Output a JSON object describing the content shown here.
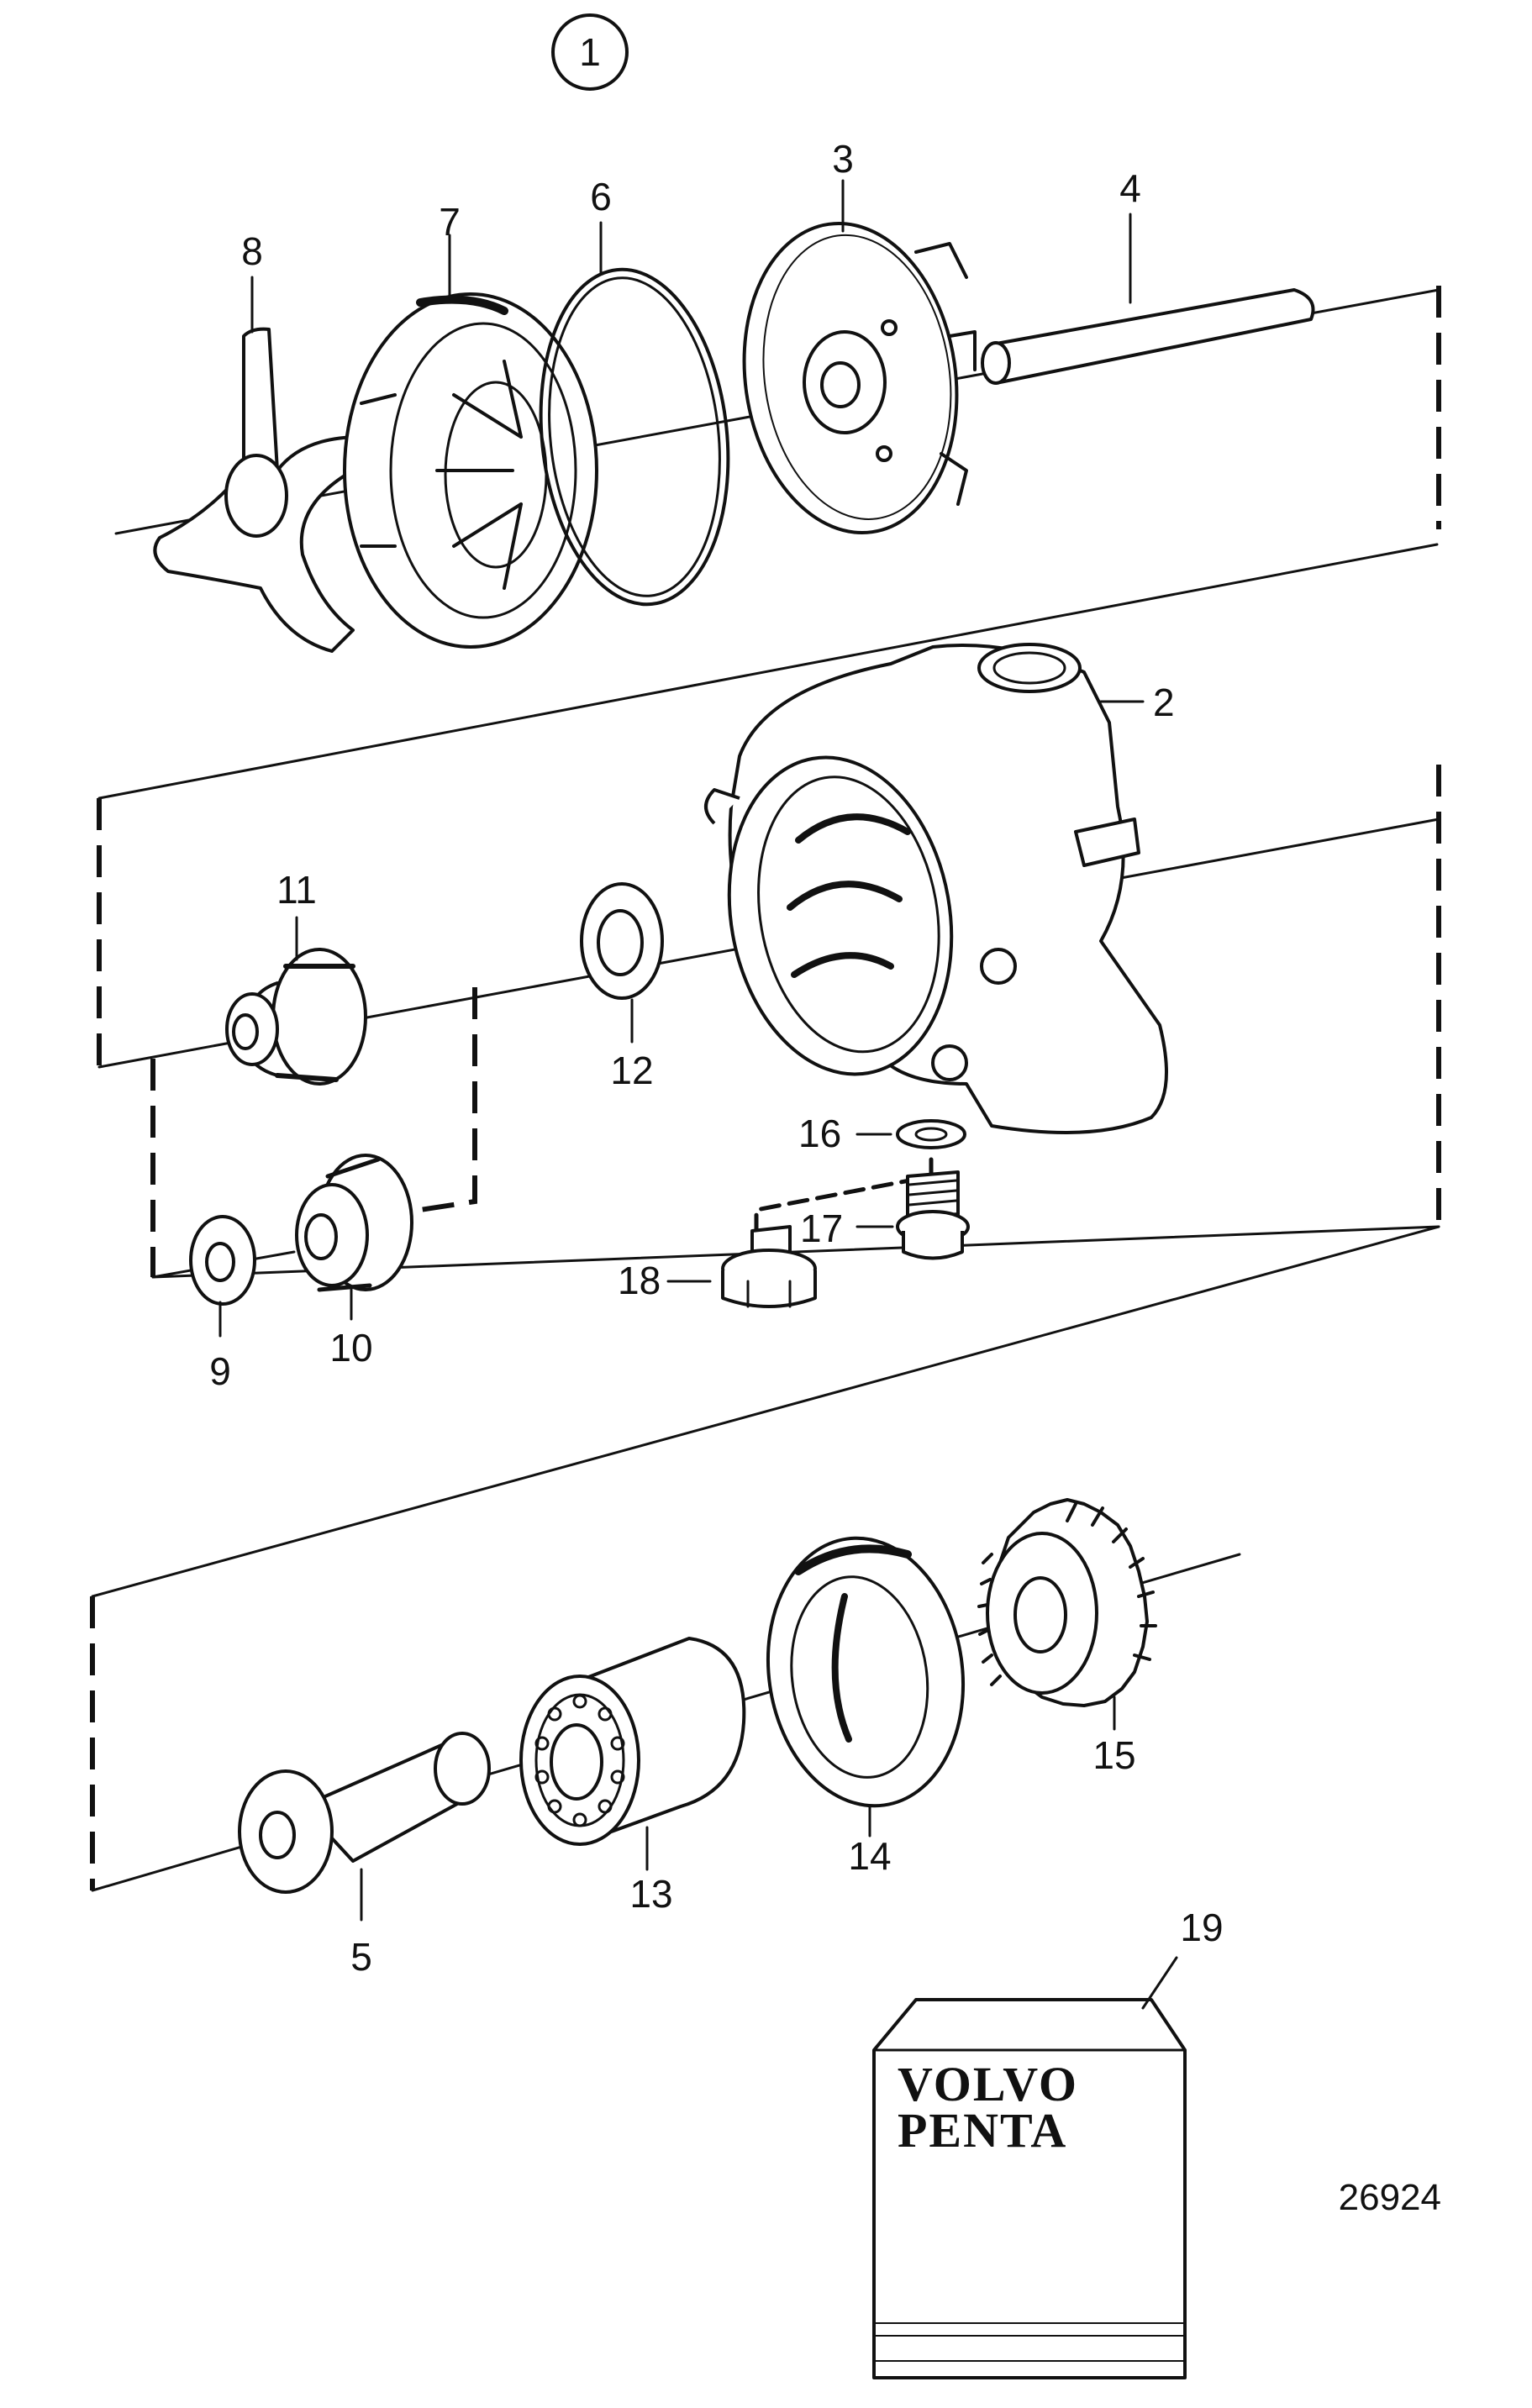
{
  "assembly_label": "1",
  "drawing_number": "26924",
  "brand": {
    "line1": "VOLVO",
    "line2": "PENTA"
  },
  "callouts": [
    {
      "id": "2",
      "text": "2"
    },
    {
      "id": "3",
      "text": "3"
    },
    {
      "id": "4",
      "text": "4"
    },
    {
      "id": "5",
      "text": "5"
    },
    {
      "id": "6",
      "text": "6"
    },
    {
      "id": "7",
      "text": "7"
    },
    {
      "id": "8",
      "text": "8"
    },
    {
      "id": "9",
      "text": "9"
    },
    {
      "id": "10",
      "text": "10"
    },
    {
      "id": "11",
      "text": "11"
    },
    {
      "id": "12",
      "text": "12"
    },
    {
      "id": "13",
      "text": "13"
    },
    {
      "id": "14",
      "text": "14"
    },
    {
      "id": "15",
      "text": "15"
    },
    {
      "id": "16",
      "text": "16"
    },
    {
      "id": "17",
      "text": "17"
    },
    {
      "id": "18",
      "text": "18"
    },
    {
      "id": "19",
      "text": "19"
    }
  ]
}
